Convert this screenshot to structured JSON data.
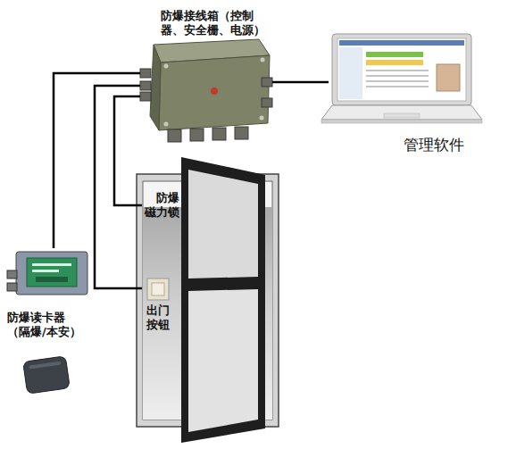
{
  "diagram": {
    "nodes": [
      {
        "text": [
          "防爆接线箱（控制器、安全栅、电源）"
        ]
      },
      {
        "text": [
          "管理软件"
        ]
      },
      {
        "text": [
          "防爆磁力锁"
        ]
      },
      {
        "text": [
          "出门按钮"
        ]
      },
      {
        "text": [
          "防爆读卡器（隔爆/本安）"
        ]
      }
    ],
    "edges": [
      {
        "from": 0,
        "to": 4,
        "arrow": "none"
      },
      {
        "from": 0,
        "to": 3,
        "arrow": "none"
      },
      {
        "from": 0,
        "to": 2,
        "arrow": "none"
      },
      {
        "from": 0,
        "to": 1,
        "arrow": "none"
      }
    ]
  }
}
